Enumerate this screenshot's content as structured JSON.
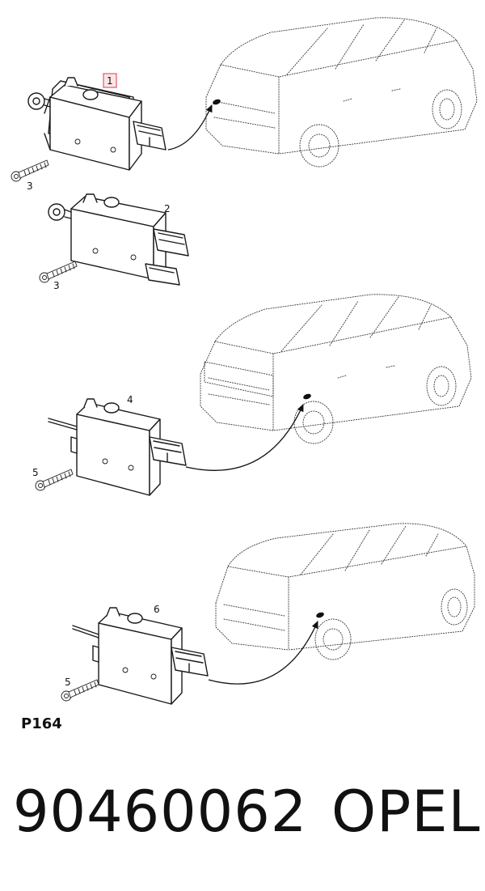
{
  "diagram": {
    "code": "P164",
    "callouts": [
      "1",
      "2",
      "3",
      "3",
      "4",
      "5",
      "5",
      "6"
    ],
    "highlight_color": "#e05a6a"
  },
  "footer": {
    "part_number": "90460062",
    "brand": "OPEL"
  }
}
